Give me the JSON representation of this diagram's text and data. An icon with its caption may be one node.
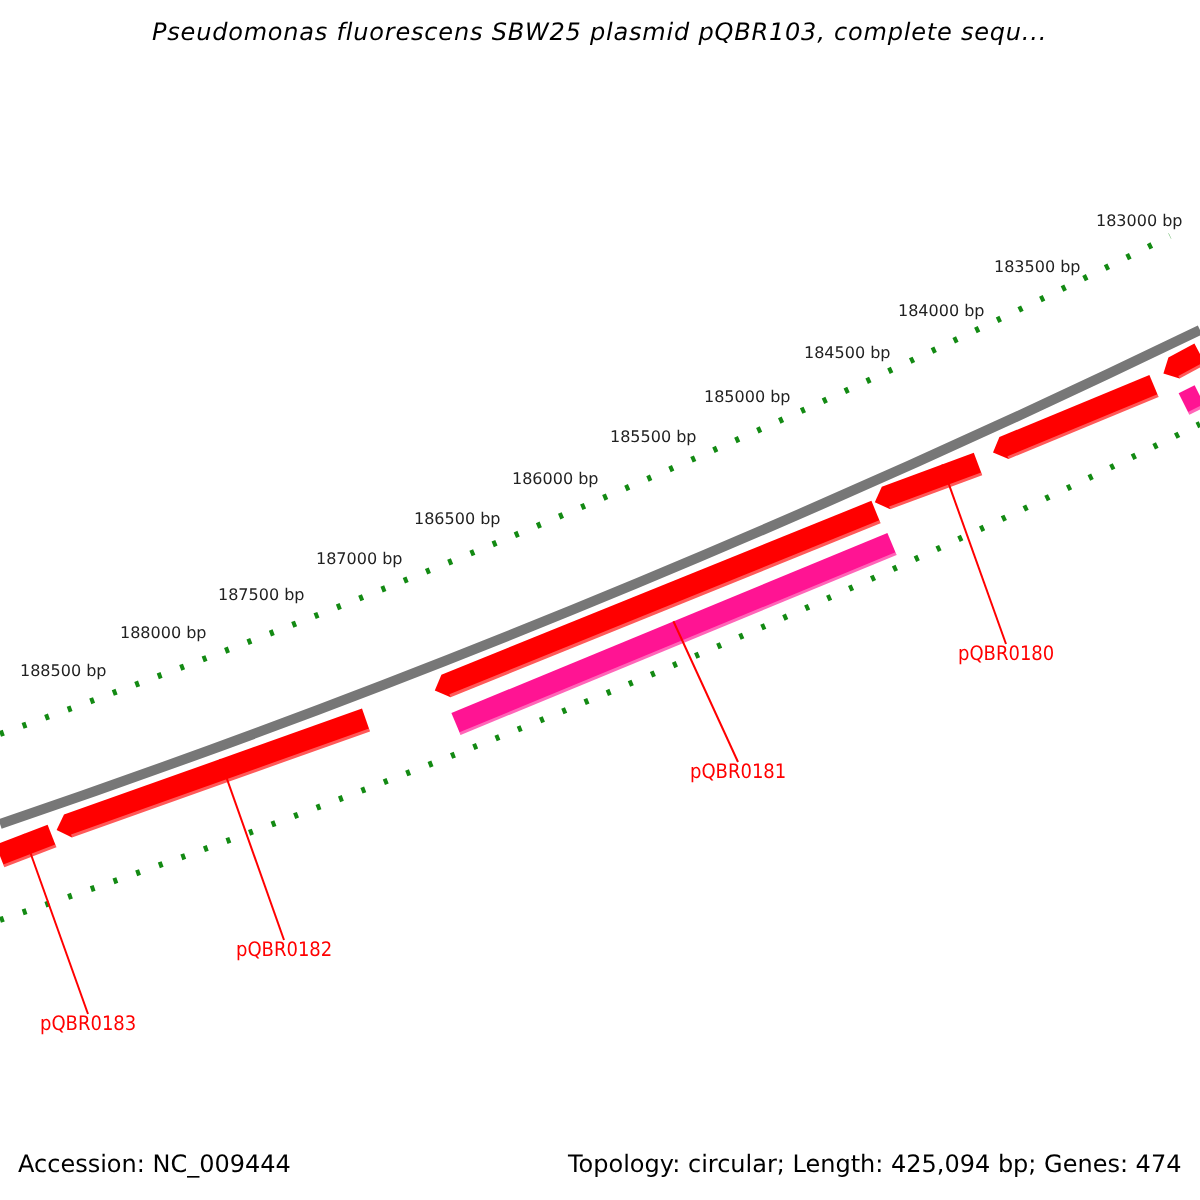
{
  "diagram": {
    "title": "Pseudomonas fluorescens SBW25 plasmid pQBR103, complete sequ...",
    "nodes": [
      {
        "text": [],
        "shape": "bar"
      },
      {
        "text": [],
        "shape": "bar"
      },
      {
        "text": [],
        "shape": "bar"
      },
      {
        "text": [],
        "shape": "bar"
      },
      {
        "text": [],
        "shape": "bar"
      },
      {
        "text": [],
        "shape": "bar"
      },
      {
        "text": [],
        "shape": "bar"
      },
      {
        "text": [],
        "shape": "bar"
      },
      {
        "text": [
          "pQBR0180"
        ]
      },
      {
        "text": [
          "pQBR0181"
        ]
      },
      {
        "text": [
          "pQBR0182"
        ]
      },
      {
        "text": [
          "pQBR0183"
        ]
      }
    ],
    "edges": [
      {
        "from": 8,
        "to": 3,
        "arrow": "none"
      },
      {
        "from": 9,
        "to": 6,
        "arrow": "none"
      },
      {
        "from": 10,
        "to": 1,
        "arrow": "none"
      },
      {
        "from": 11,
        "to": 0,
        "arrow": "none"
      }
    ],
    "labels": [
      "183000 bp",
      "183500 bp",
      "184000 bp",
      "184500 bp",
      "185000 bp",
      "185500 bp",
      "186000 bp",
      "186500 bp",
      "187000 bp",
      "187500 bp",
      "188000 bp",
      "188500 bp",
      "Accession: NC_009444",
      "Topology: circular; Length: 425,094 bp; Genes: 474"
    ]
  }
}
